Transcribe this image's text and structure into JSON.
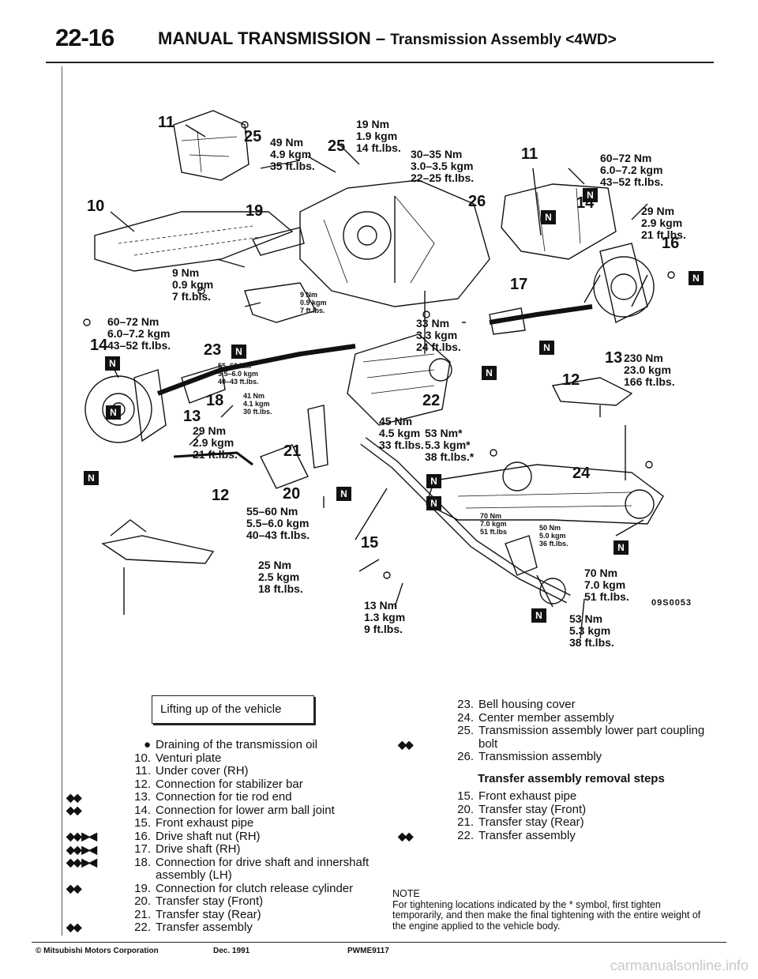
{
  "header": {
    "page_number": "22-16",
    "title": "MANUAL TRANSMISSION",
    "dash": " – ",
    "subtitle": "Transmission Assembly <4WD>"
  },
  "diagram": {
    "code": "09S0053",
    "part_numbers": {
      "p10": "10",
      "p11a": "11",
      "p11b": "11",
      "p12a": "12",
      "p12b": "12",
      "p13a": "13",
      "p13b": "13",
      "p14a": "14",
      "p14b": "14",
      "p15": "15",
      "p16": "16",
      "p17": "17",
      "p18": "18",
      "p19": "19",
      "p20": "20",
      "p21": "21",
      "p22": "22",
      "p23": "23",
      "p24": "24",
      "p25a": "25",
      "p25b": "25",
      "p26": "26"
    },
    "torques": {
      "t_19nm": "19 Nm\n1.9 kgm\n14 ft.lbs.",
      "t_49nm": "49 Nm\n4.9 kgm\n35 ft.lbs.",
      "t_30_35": "30–35 Nm\n3.0–3.5 kgm\n22–25 ft.lbs.",
      "t_60_72_right": "60–72 Nm\n6.0–7.2 kgm\n43–52 ft.lbs.",
      "t_29nm_right": "29 Nm\n2.9 kgm\n21 ft.lbs.",
      "t_9nm": "9 Nm\n0.9 kgm\n7 ft.bls.",
      "t_9nm_small": "9 Nm\n0.9 kgm\n7 ft.lbs.",
      "t_60_72_left": "60–72 Nm\n6.0–7.2 kgm\n43–52 ft.lbs.",
      "t_33nm": "33 Nm\n3.3 kgm\n24 ft.lbs.",
      "t_230nm": "230 Nm\n23.0 kgm\n166 ft.lbs.",
      "t_55_60_small": "55–60 Nm\n5.5–6.0 kgm\n40–43 ft.lbs.",
      "t_41nm": "41 Nm\n4.1 kgm\n30 ft.lbs.",
      "t_29nm_left": "29 Nm\n2.9 kgm\n21 ft.lbs.",
      "t_45nm": "45 Nm\n4.5 kgm\n33 ft.lbs.",
      "t_53nm_star": "53 Nm*\n5.3 kgm*\n38 ft.lbs.*",
      "t_55_60": "55–60 Nm\n5.5–6.0 kgm\n40–43 ft.lbs.",
      "t_70nm_small": "70 Nm\n7.0 kgm\n51 ft.lbs",
      "t_50nm": "50 Nm\n5.0 kgm\n36 ft.lbs.",
      "t_25nm": "25 Nm\n2.5 kgm\n18 ft.lbs.",
      "t_13nm": "13 Nm\n1.3 kgm\n9 ft.lbs.",
      "t_70nm": "70 Nm\n7.0 kgm\n51 ft.lbs.",
      "t_53nm": "53 Nm\n5.3 kgm\n38 ft.lbs."
    },
    "badge_letter": "N"
  },
  "lifting_box": "Lifting up of the vehicle",
  "left_steps": [
    {
      "num": "●",
      "text": "Draining of the transmission oil",
      "marker": ""
    },
    {
      "num": "10.",
      "text": "Venturi plate",
      "marker": ""
    },
    {
      "num": "11.",
      "text": "Under cover (RH)",
      "marker": ""
    },
    {
      "num": "12.",
      "text": "Connection for stabilizer bar",
      "marker": ""
    },
    {
      "num": "13.",
      "text": "Connection for tie rod end",
      "marker": "◆◆"
    },
    {
      "num": "14.",
      "text": "Connection for lower arm ball joint",
      "marker": "◆◆"
    },
    {
      "num": "15.",
      "text": "Front exhaust pipe",
      "marker": ""
    },
    {
      "num": "16.",
      "text": "Drive shaft nut (RH)",
      "marker": "◆◆ ▶◀"
    },
    {
      "num": "17.",
      "text": "Drive shaft (RH)",
      "marker": "◆◆ ▶◀"
    },
    {
      "num": "18.",
      "text": "Connection for drive shaft and innershaft assembly (LH)",
      "marker": "◆◆ ▶◀"
    },
    {
      "num": "19.",
      "text": "Connection for clutch release cylinder",
      "marker": "◆◆"
    },
    {
      "num": "20.",
      "text": "Transfer stay (Front)",
      "marker": ""
    },
    {
      "num": "21.",
      "text": "Transfer stay (Rear)",
      "marker": ""
    },
    {
      "num": "22.",
      "text": "Transfer assembly",
      "marker": "◆◆"
    }
  ],
  "right_steps": [
    {
      "num": "23.",
      "text": "Bell housing cover",
      "marker": ""
    },
    {
      "num": "24.",
      "text": "Center member assembly",
      "marker": ""
    },
    {
      "num": "25.",
      "text": "Transmission assembly lower part coupling bolt",
      "marker": ""
    },
    {
      "num": "26.",
      "text": "Transmission assembly",
      "marker": "◆◆"
    }
  ],
  "transfer_title": "Transfer assembly removal steps",
  "transfer_steps": [
    {
      "num": "15.",
      "text": "Front exhaust pipe",
      "marker": ""
    },
    {
      "num": "20.",
      "text": "Transfer stay (Front)",
      "marker": ""
    },
    {
      "num": "21.",
      "text": "Transfer stay (Rear)",
      "marker": ""
    },
    {
      "num": "22.",
      "text": "Transfer assembly",
      "marker": "◆◆"
    }
  ],
  "note": {
    "heading": "NOTE",
    "text": "For tightening locations indicated by the * symbol, first tighten temporarily, and then make the final tightening with the entire weight of the engine applied to the vehicle body."
  },
  "footer": {
    "copyright": "© Mitsubishi Motors Corporation",
    "date": "Dec. 1991",
    "code": "PWME9117"
  },
  "watermark": "carmanualsonline.info"
}
